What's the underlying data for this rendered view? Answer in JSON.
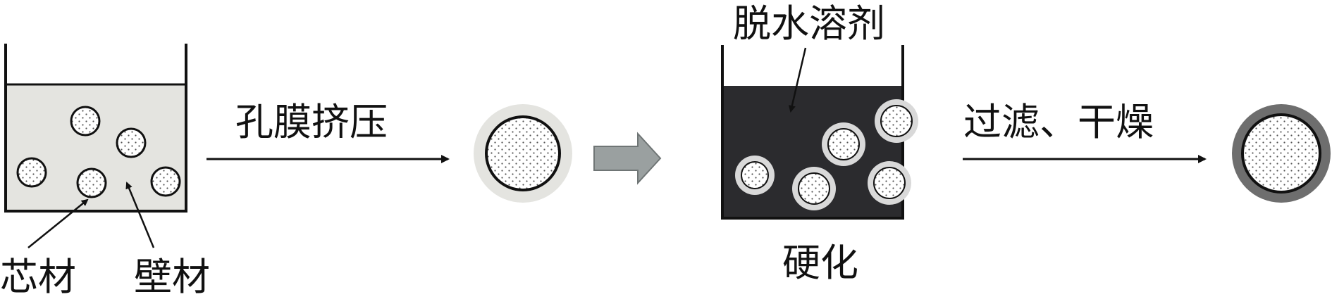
{
  "labels": {
    "step1_arrow": "孔膜挤压",
    "step3_arrow": "过滤、干燥",
    "dehydration_solvent": "脱水溶剂",
    "hardening": "硬化",
    "core_material": "芯材",
    "wall_material": "壁材"
  }
}
